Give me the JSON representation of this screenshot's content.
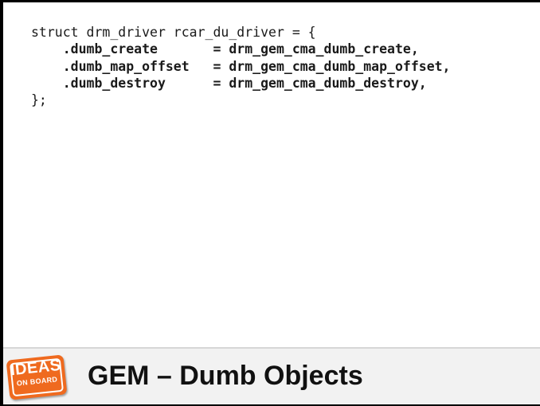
{
  "code": {
    "lines": [
      {
        "text": "struct drm_driver rcar_du_driver = {",
        "bold": false
      },
      {
        "text": "    .dumb_create       = drm_gem_cma_dumb_create,",
        "bold": true
      },
      {
        "text": "    .dumb_map_offset   = drm_gem_cma_dumb_map_offset,",
        "bold": true
      },
      {
        "text": "    .dumb_destroy      = drm_gem_cma_dumb_destroy,",
        "bold": true
      },
      {
        "text": "};",
        "bold": false
      }
    ]
  },
  "footer": {
    "title": "GEM – Dumb Objects",
    "logo_top": "IDEAS",
    "logo_bottom": "ON BOARD"
  },
  "colors": {
    "logo": "#ef6a1f",
    "background": "#ffffff",
    "footer": "#f2f2f2"
  }
}
